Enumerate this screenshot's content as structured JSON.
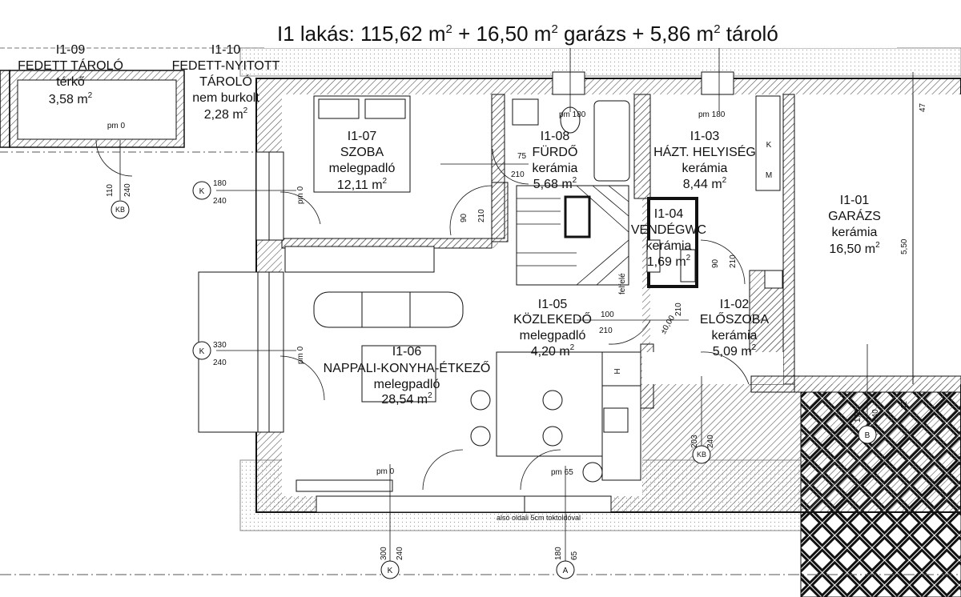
{
  "heading": {
    "prefix": "I1 lakás: 115,62 m",
    "mid1": " + 16,50 m",
    "mid2": " garázs + 5,86 m",
    "suffix": " tároló",
    "sup": "2"
  },
  "sqm_sup": "2",
  "rooms": {
    "r09": {
      "id": "I1-09",
      "name": "FEDETT TÁROLÓ",
      "floor": "térkő",
      "area": "3,58 m"
    },
    "r10": {
      "id": "I1-10",
      "name": "FEDETT-NYITOTT",
      "name2": "TÁROLÓ",
      "floor": "nem burkolt",
      "area": "2,28 m"
    },
    "r07": {
      "id": "I1-07",
      "name": "SZOBA",
      "floor": "melegpadló",
      "area": "12,11 m"
    },
    "r08": {
      "id": "I1-08",
      "name": "FÜRDŐ",
      "floor": "kerámia",
      "area": "5,68 m"
    },
    "r03": {
      "id": "I1-03",
      "name": "HÁZT. HELYISÉG",
      "floor": "kerámia",
      "area": "8,44 m"
    },
    "r01": {
      "id": "I1-01",
      "name": "GARÁZS",
      "floor": "kerámia",
      "area": "16,50 m"
    },
    "r04": {
      "id": "I1-04",
      "name": "VENDÉGWC",
      "floor": "kerámia",
      "area": "1,69 m"
    },
    "r05": {
      "id": "I1-05",
      "name": "KÖZLEKEDŐ",
      "floor": "melegpadló",
      "area": "4,20 m"
    },
    "r06": {
      "id": "I1-06",
      "name": "NAPPALI-KONYHA-ÉTKEZŐ",
      "floor": "melegpadló",
      "area": "28,54 m"
    },
    "r02": {
      "id": "I1-02",
      "name": "ELŐSZOBA",
      "floor": "kerámia",
      "area": "5,09 m"
    }
  },
  "annotations": {
    "pm0": "pm 0",
    "pm180": "pm 180",
    "pm65": "pm 65",
    "level": "±0,00",
    "stairs": "felfelé",
    "bottom_note": "alsó oldali 5cm toktoldóval",
    "dim47": "47",
    "dim550": "5,50",
    "dim42": "42",
    "cab_k": "K",
    "cab_m": "M",
    "cab_h": "H"
  },
  "dims": {
    "d180": "180",
    "d240": "240",
    "d110": "110",
    "d330": "330",
    "d300": "300",
    "d65": "65",
    "d203": "203",
    "d210": "210",
    "d90": "90",
    "d75": "75",
    "d100": "100",
    "d170": "170",
    "d140": "140"
  },
  "markers": {
    "k": "K",
    "kb": "KB",
    "a": "A",
    "b": "B"
  }
}
